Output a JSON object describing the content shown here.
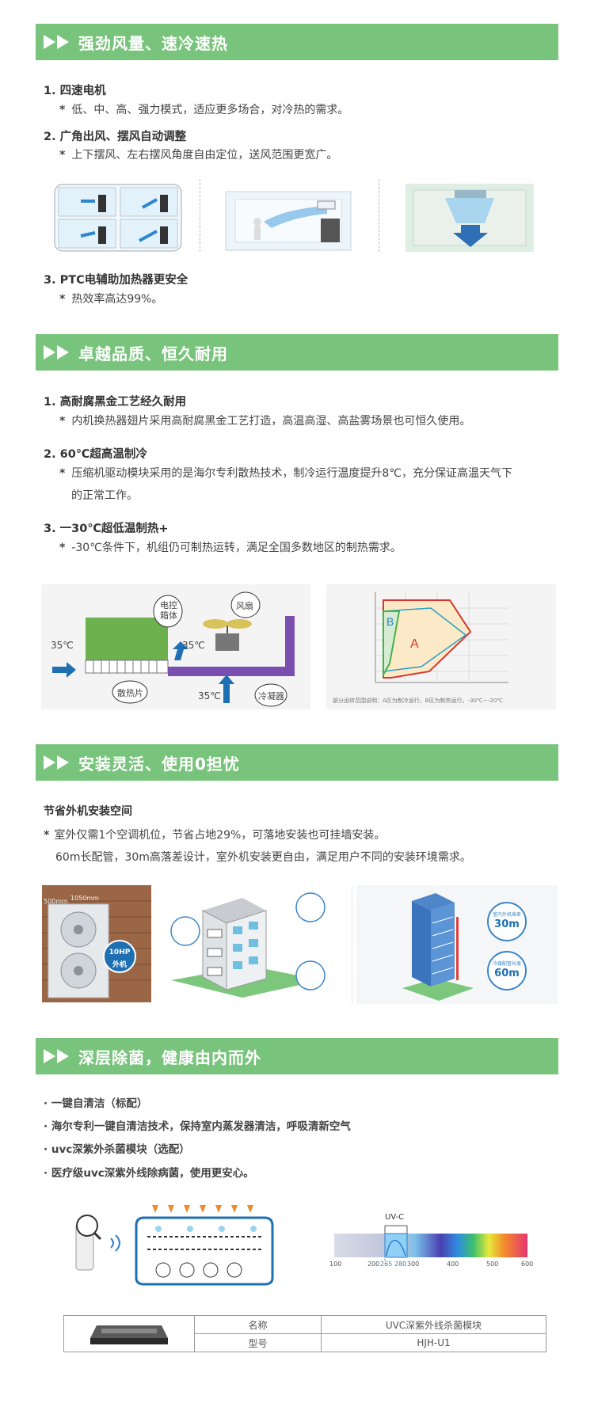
{
  "sections": [
    {
      "title": "强劲风量、速冷速热",
      "items": [
        {
          "head": "1. 四速电机",
          "bullet": "低、中、高、强力模式，适应更多场合，对冷热的需求。"
        },
        {
          "head": "2. 广角出风、摆风自动调整",
          "bullet": "上下摆风、左右摆风角度自由定位，送风范围更宽广。"
        },
        {
          "head": "3. PTC电辅助加热器更安全",
          "bullet": "热效率高达99%。"
        }
      ]
    },
    {
      "title": "卓越品质、恒久耐用",
      "items": [
        {
          "head": "1. 高耐腐黑金工艺经久耐用",
          "bullet": "内机换热器翅片采用高耐腐黑金工艺打造，高温高湿、高盐雾场景也可恒久使用。"
        },
        {
          "head": "2. 60℃超高温制冷",
          "bullet": "压缩机驱动模块采用的是海尔专利散热技术，制冷运行温度提升8℃，充分保证高温天气下",
          "bullet2": "的正常工作。"
        },
        {
          "head": "3. 一30℃超低温制热+",
          "bullet": "-30℃条件下，机组仍可制热运转，满足全国多数地区的制热需求。"
        }
      ],
      "diagram": {
        "temp_left": "35℃",
        "temp_mid": "35℃",
        "temp_bottom": "35℃",
        "label_control_box": "电控\n箱体",
        "label_fan": "风扇",
        "label_fins": "散热片",
        "label_condenser": "冷凝器",
        "chart_area_a": "A",
        "chart_area_b": "B",
        "chart_note": "部分运转范围说明：A区为制冷运行，B区为制热运行，-30℃~-20℃"
      }
    },
    {
      "title": "安装灵活、使用0担忧",
      "head": "节省外机安装空间",
      "line1": "室外仅需1个空调机位，节省占地29%，可落地安装也可挂墙安装。",
      "line2": "60m长配管，30m高落差设计，室外机安装更自由，满足用户不同的安装环境需求。",
      "photo": {
        "dim1": "500mm",
        "dim2": "1050mm",
        "badge1": "10HP",
        "badge2": "外机"
      },
      "building": {
        "callout1_label": "室内外机高差",
        "callout1_value": "30m",
        "callout2_label": "冷媒配管长度",
        "callout2_value": "60m"
      }
    },
    {
      "title": "深层除菌，健康由内而外",
      "points": [
        "· 一键自清洁（标配）",
        "· 海尔专利一键自清洁技术，保持室内蒸发器清洁，呼吸清新空气",
        "· uvc深紫外杀菌模块（选配）",
        "· 医疗级uvc深紫外线除病菌，使用更安心。"
      ],
      "spectrum": {
        "label": "UV-C",
        "ticks": [
          "100",
          "200",
          "265",
          "280",
          "300",
          "400",
          "500",
          "600"
        ],
        "band_values": [
          100,
          200,
          300,
          400,
          500,
          600
        ]
      },
      "spec_table": {
        "rows": [
          {
            "key": "名称",
            "value": "UVC深紫外线杀菌模块"
          },
          {
            "key": "型号",
            "value": "HJH-U1"
          }
        ]
      }
    }
  ],
  "colors": {
    "banner": "#79c47c",
    "accent_blue": "#1f6fb3",
    "purple": "#7a4fb0",
    "red": "#d8362a",
    "green_box": "#6db04e"
  }
}
